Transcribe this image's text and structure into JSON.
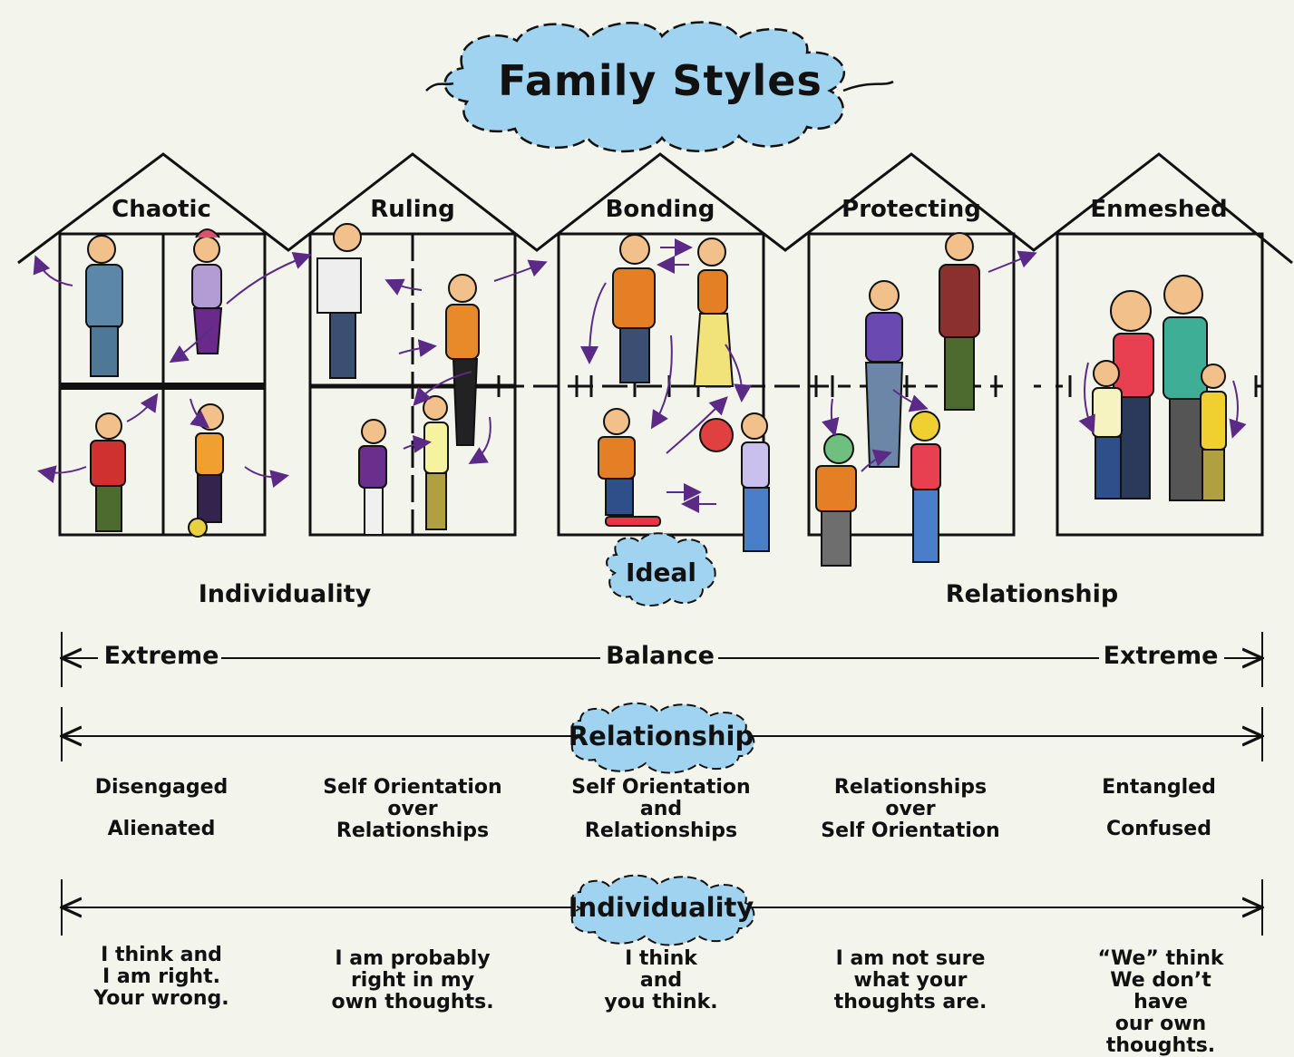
{
  "title": "Family Styles",
  "houses": [
    {
      "label": "Chaotic"
    },
    {
      "label": "Ruling"
    },
    {
      "label": "Bonding"
    },
    {
      "label": "Protecting"
    },
    {
      "label": "Enmeshed"
    }
  ],
  "ideal_label": "Ideal",
  "scale_labels": {
    "left": "Individuality",
    "right": "Relationship"
  },
  "extreme_axis": {
    "left": "Extreme",
    "center": "Balance",
    "right": "Extreme"
  },
  "relationship_axis": {
    "label": "Relationship",
    "columns": [
      {
        "line1": "Disengaged",
        "line2": "Alienated"
      },
      {
        "line1": "Self Orientation",
        "line1b": "over",
        "line2": "Relationships"
      },
      {
        "line1": "Self Orientation",
        "line1b": "and",
        "line2": "Relationships"
      },
      {
        "line1": "Relationships",
        "line1b": "over",
        "line2": "Self Orientation"
      },
      {
        "line1": "Entangled",
        "line2": "Confused"
      }
    ]
  },
  "individuality_axis": {
    "label": "Individuality",
    "columns": [
      {
        "l1": "I think and",
        "l2": "I am right.",
        "l3": "Your wrong."
      },
      {
        "l1": "I am probably",
        "l2": "right in my",
        "l3": "own thoughts."
      },
      {
        "l1": "I think",
        "l2": "and",
        "l3": "you think."
      },
      {
        "l1": "I am not sure",
        "l2": "what your",
        "l3": "thoughts are."
      },
      {
        "l1": "“We” think",
        "l2": "We don’t have",
        "l3": "our own thoughts."
      }
    ]
  },
  "colors": {
    "cloud": "#9fd3f0",
    "ink": "#111111",
    "arrow": "#5b2a86",
    "background": "#f3f5ec"
  }
}
